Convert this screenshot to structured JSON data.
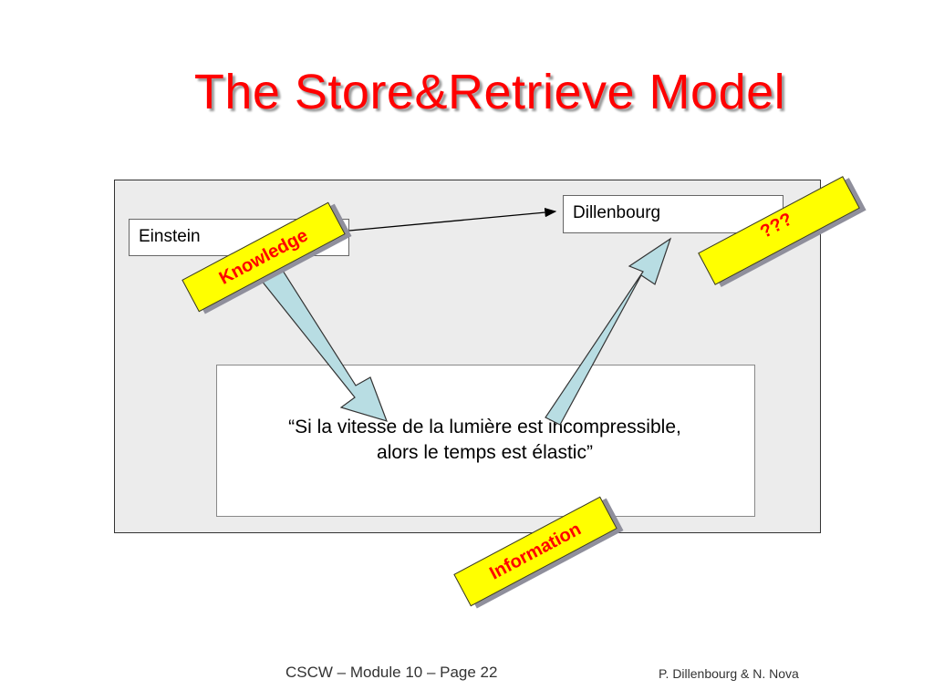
{
  "title": "The Store&Retrieve Model",
  "nodes": {
    "einstein": "Einstein",
    "dillenbourg": "Dillenbourg"
  },
  "quote": {
    "line1": "“Si la vitesse de la lumière est incompressible,",
    "line2": "alors le temps est élastic”"
  },
  "stickers": {
    "knowledge": "Knowledge",
    "unknown": "???",
    "information": "Information"
  },
  "footer": {
    "center": "CSCW – Module 10 – Page 22",
    "right": "P. Dillenbourg & N. Nova"
  },
  "colors": {
    "title": "#ff0000",
    "sticker_fill": "#ffff00",
    "sticker_text": "#ff0000",
    "arrow_fill": "#b8dde3",
    "panel": "#ececec"
  }
}
